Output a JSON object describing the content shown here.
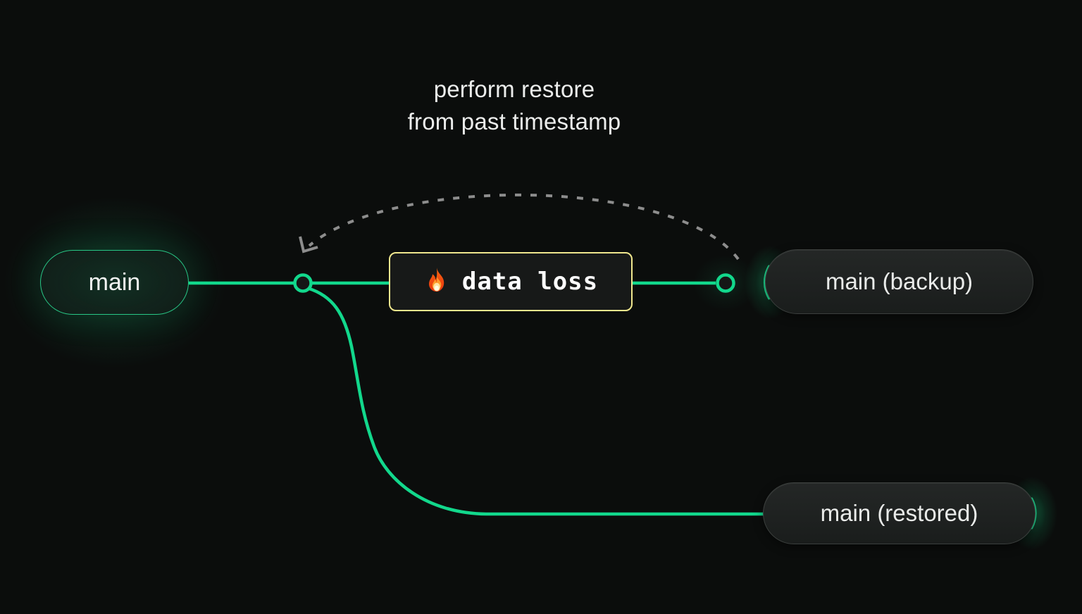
{
  "diagram": {
    "caption": {
      "line1": "perform restore",
      "line2": "from past timestamp"
    },
    "nodes": {
      "main": {
        "label": "main"
      },
      "backup": {
        "label": "main (backup)"
      },
      "restored": {
        "label": "main (restored)"
      }
    },
    "event": {
      "label": "data loss",
      "icon": "fire-icon"
    },
    "colors": {
      "background": "#0b0d0c",
      "edge_green": "#12d88c",
      "node_border_green": "#2bd992",
      "warning_border_yellow": "#f0e78e",
      "restore_arc_gray": "#8d8d8d",
      "node_text": "#e9ebe9",
      "caption_text": "#ecedec"
    }
  }
}
